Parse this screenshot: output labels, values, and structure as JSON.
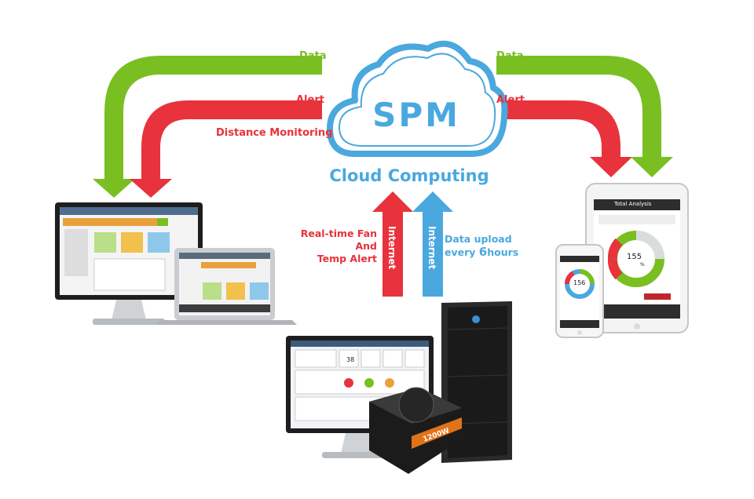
{
  "cloud": {
    "title": "SPM",
    "subtitle": "Cloud Computing"
  },
  "flows": {
    "left_data": "Data",
    "left_alert": "Alert",
    "left_distance": "Distance Monitoring",
    "right_data": "Data",
    "right_alert": "Alert",
    "up_red_text": "Internet",
    "up_blue_text": "Internet",
    "realtime_line1": "Real-time Fan",
    "realtime_line2": "And",
    "realtime_line3": "Temp Alert",
    "upload_line1": "Data upload",
    "upload_line2_prefix": "every ",
    "upload_line2_number": "6",
    "upload_line2_suffix": "hours"
  },
  "devices": {
    "psu_label": "1200W",
    "tablet_title": "Total Analysis",
    "tablet_value": "155",
    "tablet_unit": "%",
    "phone_value": "156",
    "desktop_value": "38"
  },
  "colors": {
    "green": "#79bf22",
    "red": "#e8323c",
    "blue": "#4aa8df"
  }
}
